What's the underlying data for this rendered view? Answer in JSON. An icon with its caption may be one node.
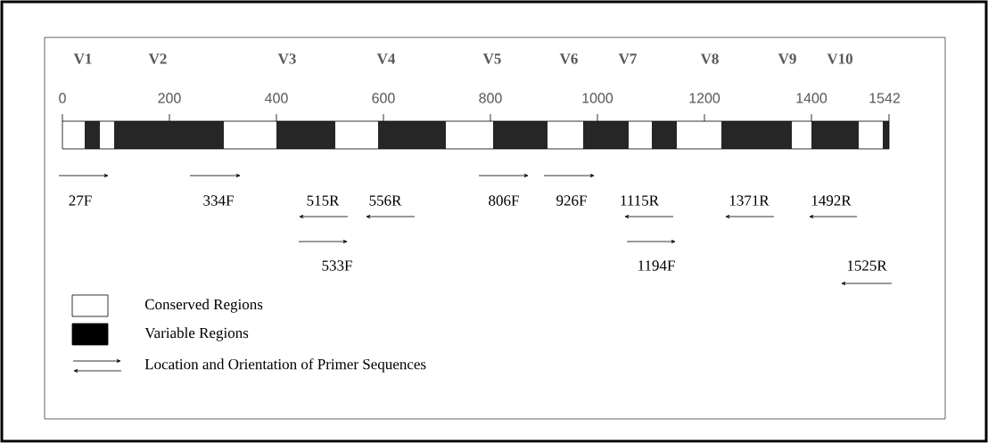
{
  "diagram": {
    "labels": [
      "V1",
      "V2",
      "V3",
      "V4",
      "V5",
      "V6",
      "V7",
      "V8",
      "V9",
      "V10",
      "0",
      "200",
      "400",
      "600",
      "800",
      "1000",
      "1200",
      "1400",
      "1542",
      "27F",
      "334F",
      "515R",
      "556R",
      "806F",
      "926F",
      "1115R",
      "1371R",
      "1492R",
      "533F",
      "1194F",
      "1525R"
    ],
    "legend": [
      {
        "text": "Conserved Regions"
      },
      {
        "text": "Variable Regions",
        "color": "#000000"
      },
      {
        "text": "Location and Orientation of Primer Sequences"
      }
    ]
  }
}
